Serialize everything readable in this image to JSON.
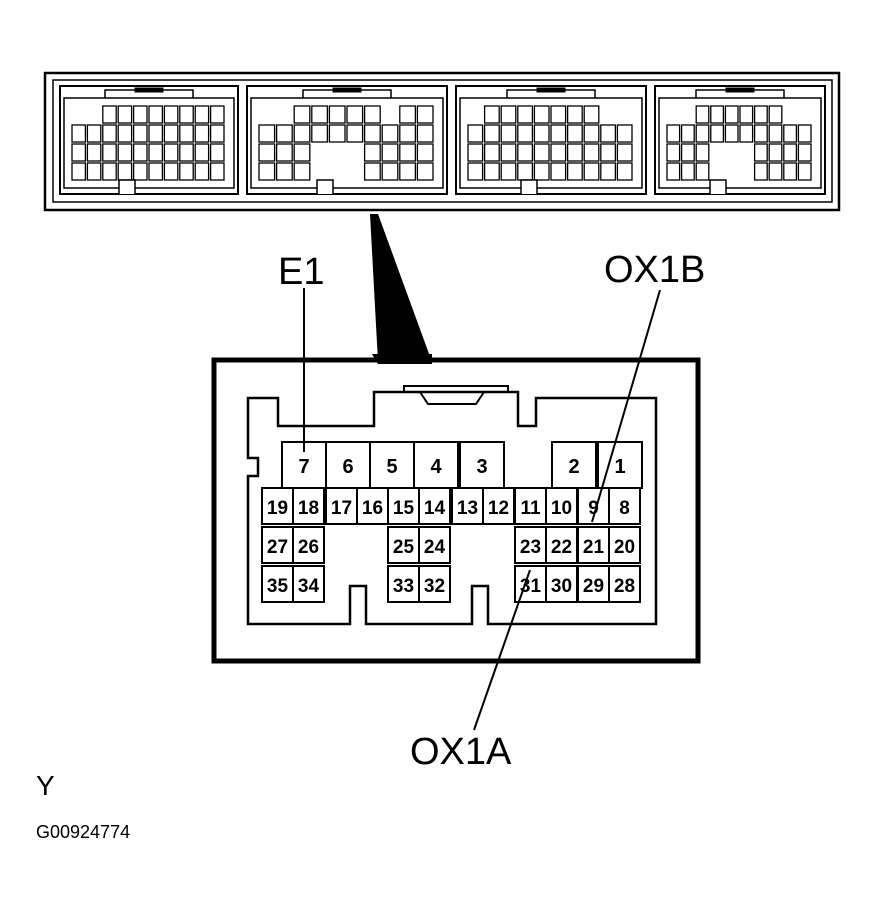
{
  "callouts": {
    "e1": "E1",
    "ox1b": "OX1B",
    "ox1a": "OX1A"
  },
  "footer": {
    "letter": "Y",
    "code": "G00924774"
  },
  "pins": {
    "top_row": [
      "7",
      "6",
      "5",
      "4",
      "3",
      "2",
      "1"
    ],
    "row2": [
      "19",
      "18",
      "17",
      "16",
      "15",
      "14",
      "13",
      "12",
      "11",
      "10",
      "9",
      "8"
    ],
    "row3": [
      "27",
      "26",
      "25",
      "24",
      "23",
      "22",
      "21",
      "20"
    ],
    "row4": [
      "35",
      "34",
      "33",
      "32",
      "31",
      "30",
      "29",
      "28"
    ]
  },
  "colors": {
    "ink": "#000000",
    "paper": "#ffffff"
  }
}
